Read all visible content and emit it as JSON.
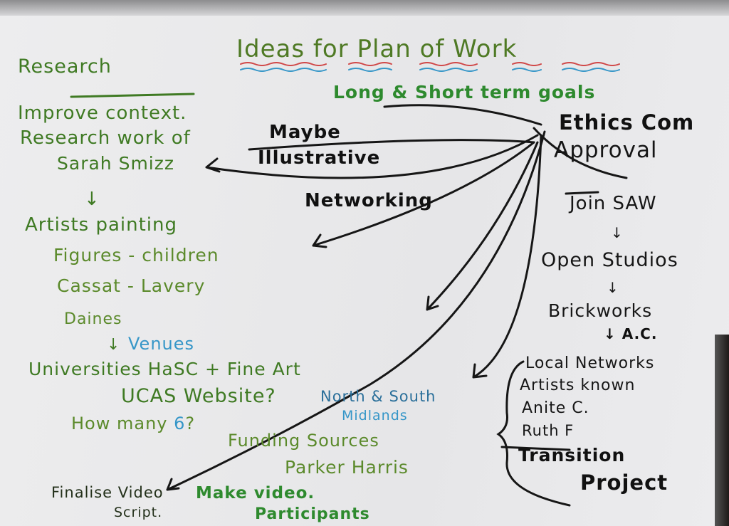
{
  "title": "Ideas for Plan of Work",
  "subtitle": "Long & Short term goals",
  "left": {
    "heading": "Research",
    "lines": [
      "Improve context.",
      "Research work of",
      "Sarah Smizz",
      "↓",
      "Artists painting",
      "Figures - children",
      "Cassat - Lavery",
      "Daines"
    ],
    "venues_arrow": "↓",
    "venues": "Venues",
    "universities": "Universities HaSC + Fine Art",
    "ucas": "UCAS Website?",
    "how_many": "How many",
    "six": "6",
    "question": "?",
    "north_south": "North & South",
    "midlands": "Midlands",
    "funding": "Funding Sources",
    "parker": "Parker Harris",
    "finalise": "Finalise Video",
    "script": "Script.",
    "make_video": "Make video.",
    "participants": "Participants"
  },
  "center": {
    "maybe": "Maybe",
    "illustrative": "Illustrative",
    "networking": "Networking"
  },
  "right": {
    "ethics": "Ethics Com",
    "approval": "Approval",
    "join": "Join SAW",
    "arrow": "↓",
    "open_studios": "Open Studios",
    "brickworks": "Brickworks",
    "ac": "↓ A.C.",
    "local": "Local Networks",
    "artists_known": "Artists known",
    "anite": "Anite C.",
    "ruth": "Ruth F",
    "transition": "Transition",
    "project": "Project"
  },
  "colors": {
    "green": "#3f7a23",
    "bright_green": "#2e8a2e",
    "blue": "#3596c8",
    "black": "#161616",
    "red_underline": "#d04848"
  }
}
